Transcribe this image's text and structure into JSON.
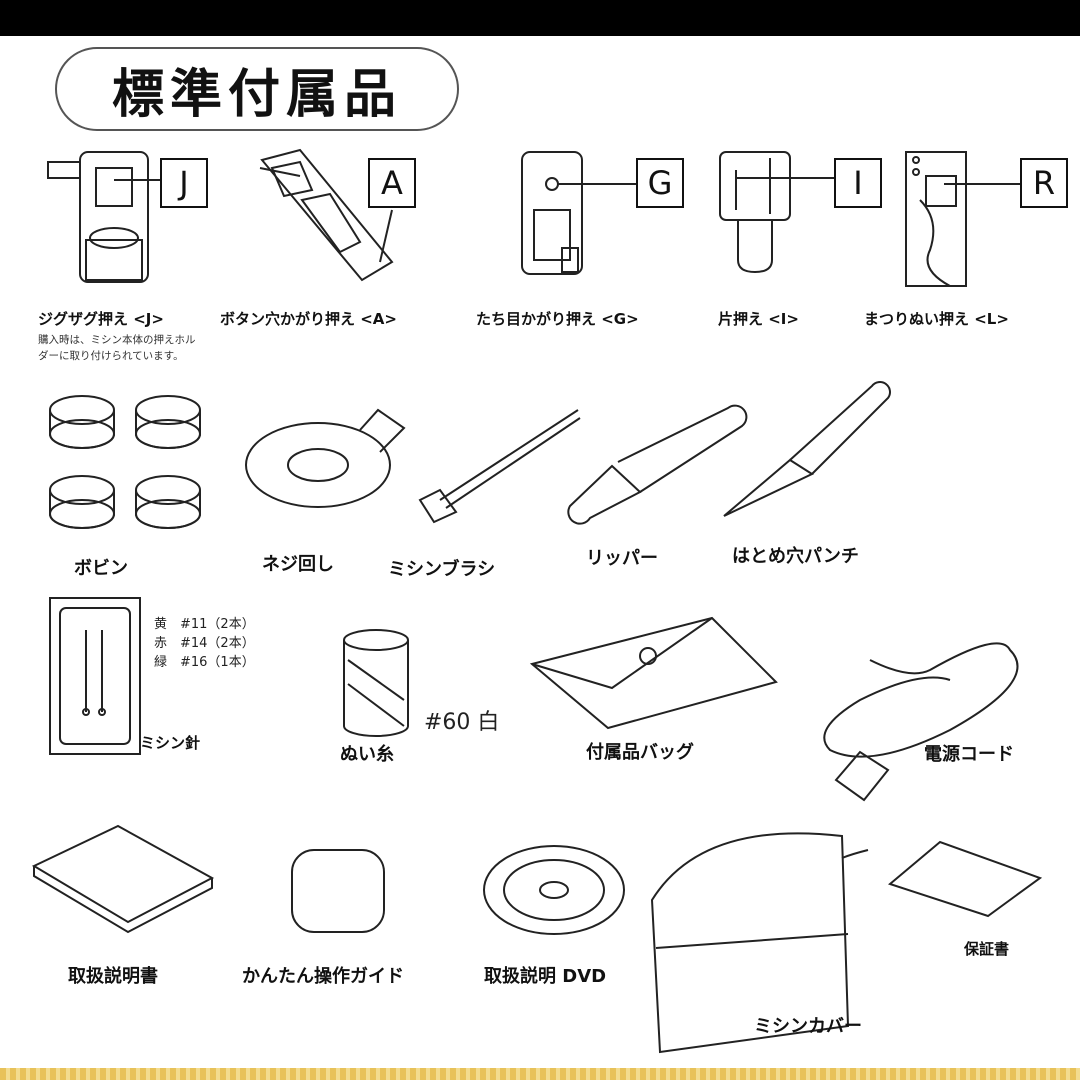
{
  "title": "標準付属品",
  "feet": [
    {
      "label": "ジグザグ押え <J>",
      "letter": "J",
      "note": "購入時は、ミシン本体の押えホルダーに取り付けられています。"
    },
    {
      "label": "ボタン穴かがり押え <A>",
      "letter": "A"
    },
    {
      "label": "たち目かがり押え <G>",
      "letter": "G"
    },
    {
      "label": "片押え <I>",
      "letter": "I"
    },
    {
      "label": "まつりぬい押え <L>",
      "letter": "R"
    }
  ],
  "tools": {
    "bobbin": "ボビン",
    "screwdriver": "ネジ回し",
    "brush": "ミシンブラシ",
    "ripper": "リッパー",
    "punch": "はとめ穴パンチ"
  },
  "needles": {
    "label": "ミシン針",
    "specs": [
      "黄　#11（2本）",
      "赤　#14（2本）",
      "緑　#16（1本）"
    ]
  },
  "thread": {
    "label": "ぬい糸",
    "spec": "#60 白"
  },
  "bag": "付属品バッグ",
  "cord": "電源コード",
  "manual": "取扱説明書",
  "guide": "かんたん操作ガイド",
  "dvd": "取扱説明 DVD",
  "cover": "ミシンカバー",
  "warranty": "保証書",
  "colors": {
    "frame": "#000000",
    "gold_strip": "#e8c25a",
    "line_art": "#222222"
  }
}
